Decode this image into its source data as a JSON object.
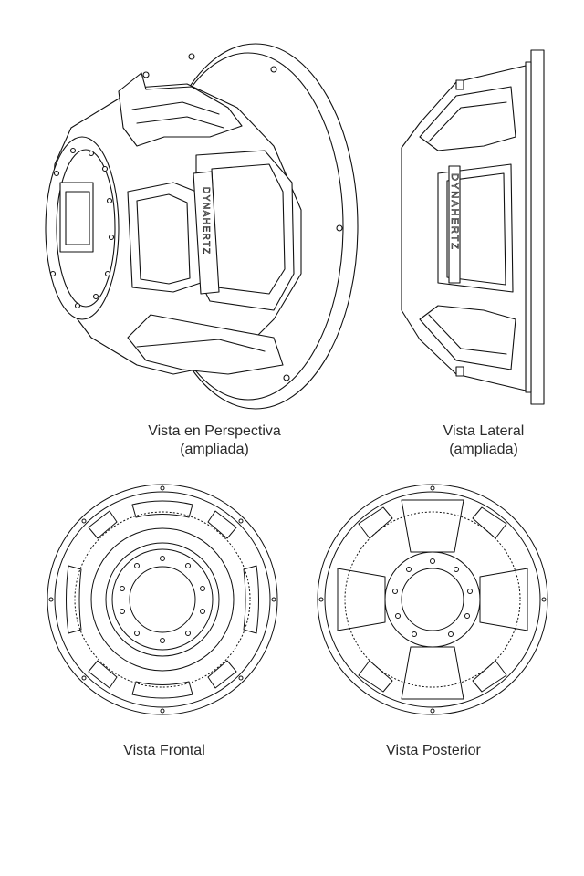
{
  "captions": {
    "perspective": {
      "line1": "Vista en Perspectiva",
      "line2": "(ampliada)"
    },
    "lateral": {
      "line1": "Vista Lateral",
      "line2": "(ampliada)"
    },
    "frontal": {
      "line1": "Vista Frontal"
    },
    "posterior": {
      "line1": "Vista Posterior"
    }
  },
  "brand": {
    "text": "DYNAHERTZ"
  },
  "colors": {
    "stroke": "#111111",
    "fill": "#ffffff"
  }
}
